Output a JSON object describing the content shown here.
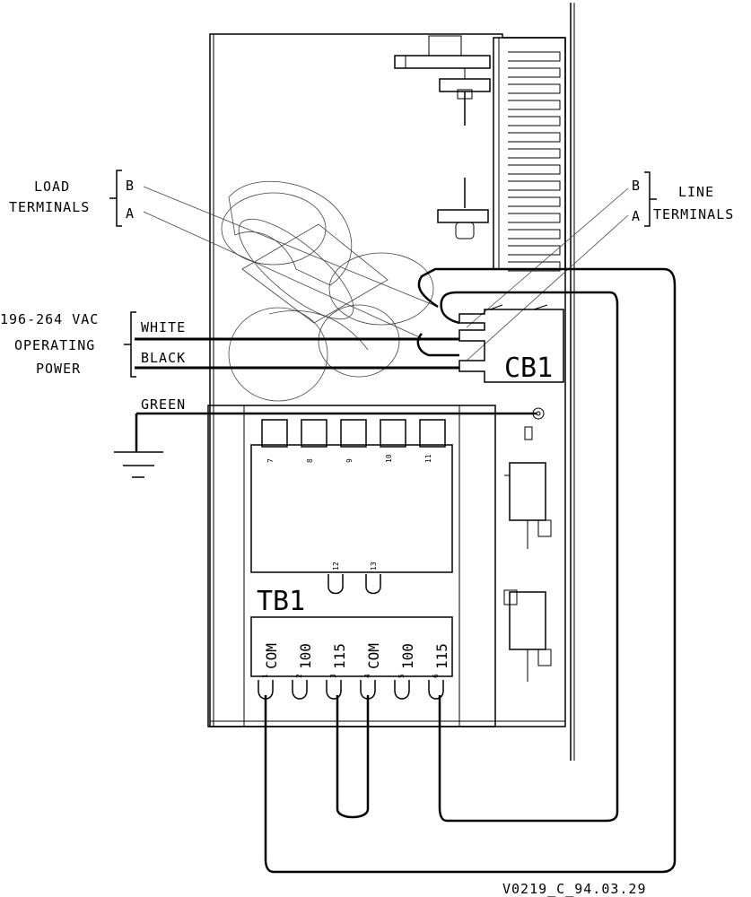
{
  "labels": {
    "load_line1": "LOAD",
    "load_line2": "TERMINALS",
    "load_b": "B",
    "load_a": "A",
    "line_line1": "LINE",
    "line_line2": "TERMINALS",
    "line_b": "B",
    "line_a": "A",
    "voltage": "196-264 VAC",
    "operating": "OPERATING",
    "power": "POWER",
    "white": "WHITE",
    "black": "BLACK",
    "green": "GREEN",
    "cb1": "CB1",
    "tb1": "TB1",
    "drawing_id": "V0219_C_94.03.29"
  },
  "upper_pins": [
    "7",
    "8",
    "9",
    "10",
    "11"
  ],
  "middle_pins": [
    "12",
    "13"
  ],
  "lower_pins": [
    {
      "num": "1",
      "name": "COM"
    },
    {
      "num": "2",
      "name": "100"
    },
    {
      "num": "3",
      "name": "115"
    },
    {
      "num": "4",
      "name": "COM"
    },
    {
      "num": "5",
      "name": "100"
    },
    {
      "num": "6",
      "name": "115"
    }
  ]
}
